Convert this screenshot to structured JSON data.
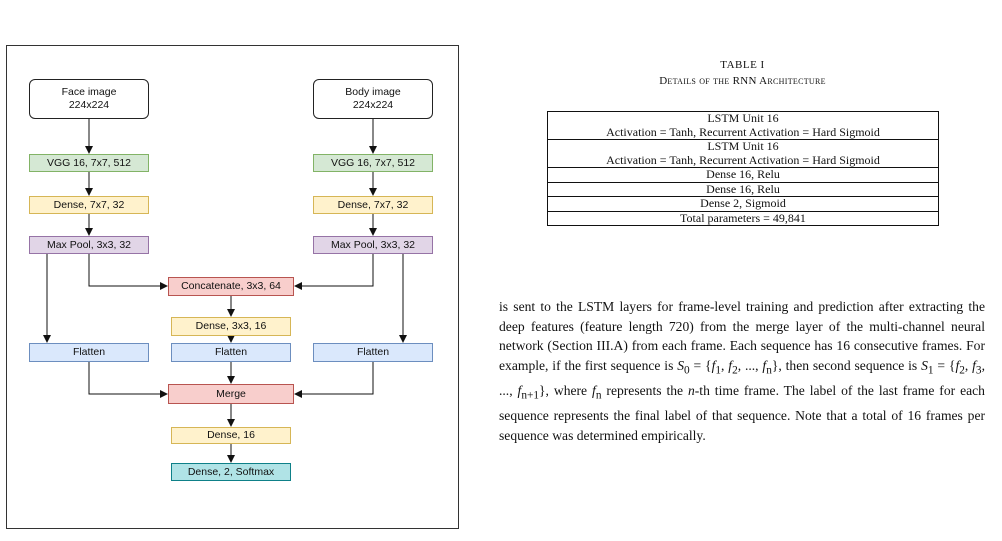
{
  "figure": {
    "face_input": {
      "line1": "Face image",
      "line2": "224x224"
    },
    "body_input": {
      "line1": "Body image",
      "line2": "224x224"
    },
    "left_vgg": "VGG 16, 7x7, 512",
    "right_vgg": "VGG 16, 7x7, 512",
    "left_dense": "Dense, 7x7, 32",
    "right_dense": "Dense, 7x7, 32",
    "left_pool": "Max Pool, 3x3, 32",
    "right_pool": "Max Pool, 3x3, 32",
    "concatenate": "Concatenate, 3x3, 64",
    "center_dense": "Dense, 3x3, 16",
    "flatten_left": "Flatten",
    "flatten_center": "Flatten",
    "flatten_right": "Flatten",
    "merge": "Merge",
    "dense16": "Dense, 16",
    "output": "Dense, 2, Softmax"
  },
  "table": {
    "number": "TABLE I",
    "title": "Details of the RNN Architecture",
    "rows": [
      [
        "LSTM Unit 16",
        "Activation = Tanh, Recurrent Activation = Hard Sigmoid"
      ],
      [
        "LSTM Unit 16",
        "Activation = Tanh, Recurrent Activation = Hard Sigmoid"
      ],
      [
        "Dense 16, Relu"
      ],
      [
        "Dense 16, Relu"
      ],
      [
        "Dense 2, Sigmoid"
      ],
      [
        "Total parameters = 49,841"
      ]
    ]
  },
  "paragraph": {
    "p1": "is sent to the LSTM layers for frame-level training and prediction after extracting the deep features (feature length 720) from the merge layer of the multi-channel neural network (Section III.A) from each frame. Each sequence has 16 consecutive frames. For example, if the first sequence is ",
    "s0": "S",
    "s0_sub": "0",
    "s0_eq": " = {",
    "f1": "f",
    "f1_sub": "1",
    "sep1": ", ",
    "f2": "f",
    "f2_sub": "2",
    "dots1": ", ..., ",
    "fn": "f",
    "fn_sub": "n",
    "close1": "}, then second sequence is ",
    "s1": "S",
    "s1_sub": "1",
    "s1_eq": " = {",
    "g2": "f",
    "g2_sub": "2",
    "sep2": ", ",
    "g3": "f",
    "g3_sub": "3",
    "dots2": ", ..., ",
    "gn": "f",
    "gn_sub": "n+1",
    "close2": "}, where ",
    "h": "f",
    "h_sub": "n",
    "mid": " represents the ",
    "n": "n",
    "p2": "-th time frame. The label of the last frame for each sequence represents the final label of that sequence. Note that a total of 16 frames per sequence was determined empirically."
  }
}
